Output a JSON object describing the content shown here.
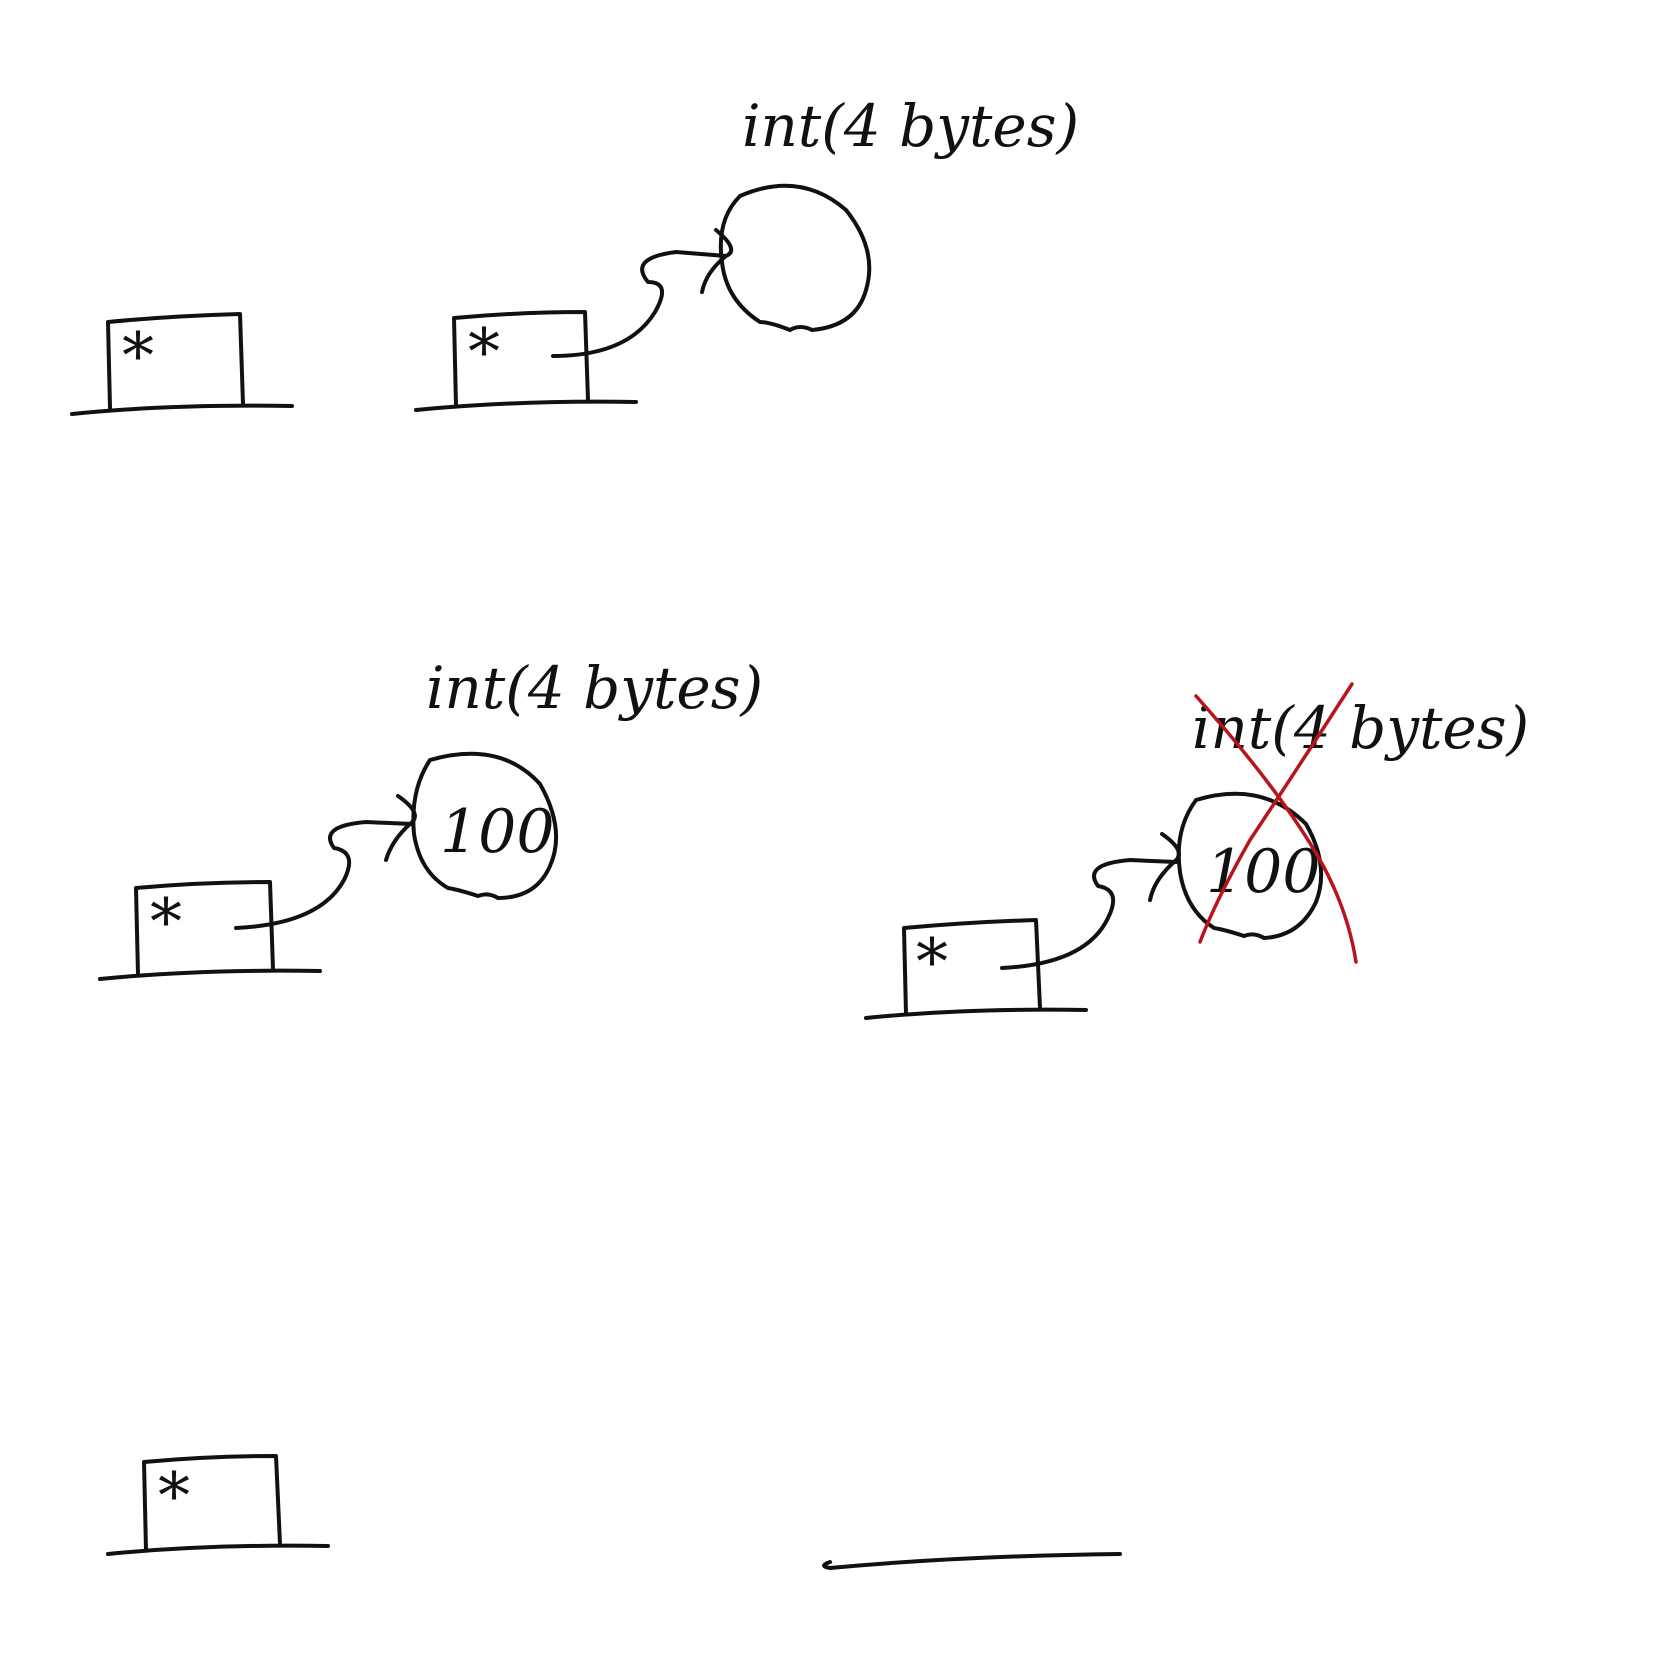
{
  "colors": {
    "ink": "#111111",
    "strike": "#b8141b",
    "background": "#ffffff"
  },
  "pointer_symbol": "*",
  "panels": [
    {
      "id": "declared",
      "label": "",
      "value": "",
      "has_target": false,
      "struck": false
    },
    {
      "id": "allocated",
      "label": "int(4 bytes)",
      "value": "",
      "has_target": true,
      "struck": false
    },
    {
      "id": "assigned",
      "label": "int(4 bytes)",
      "value": "100",
      "has_target": true,
      "struck": false
    },
    {
      "id": "freed",
      "label": "int(4 bytes)",
      "value": "100",
      "has_target": true,
      "struck": true
    },
    {
      "id": "pointer-only",
      "label": "",
      "value": "",
      "has_target": false,
      "struck": false
    },
    {
      "id": "empty-slot",
      "label": "",
      "value": "",
      "has_target": false,
      "struck": false
    }
  ]
}
